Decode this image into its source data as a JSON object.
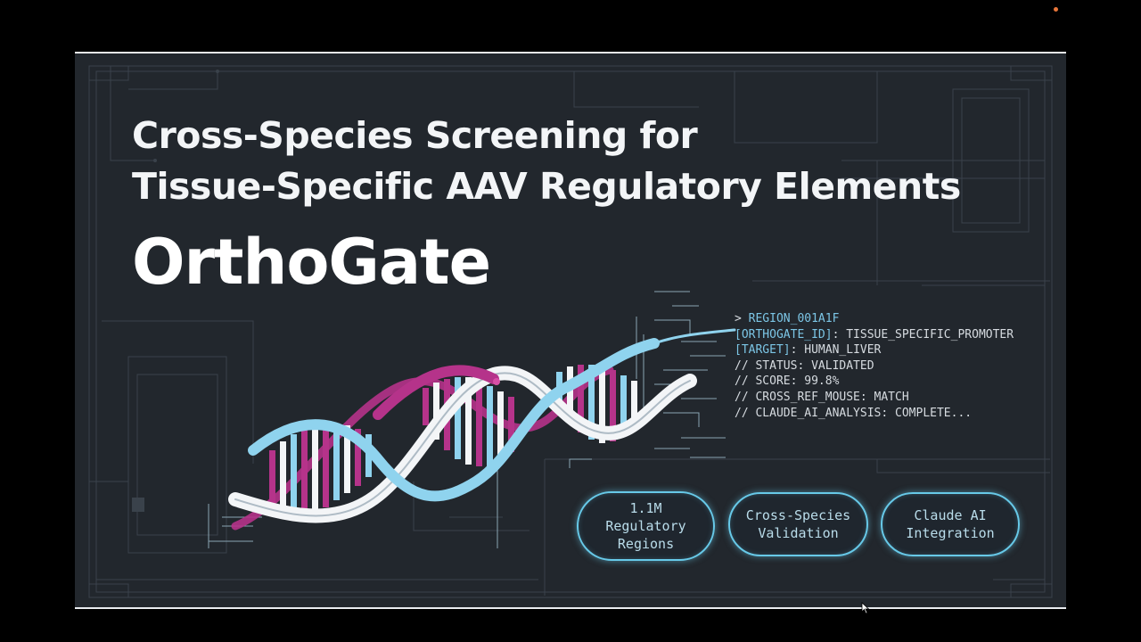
{
  "slide": {
    "title_line1": "Cross-Species Screening for",
    "title_line2": "Tissue-Specific AAV Regulatory Elements",
    "brand": "OrthoGate"
  },
  "terminal": {
    "lines": [
      {
        "prefix": "> ",
        "key": "REGION_001A1F",
        "rest": ""
      },
      {
        "prefix": "",
        "key": "[ORTHOGATE_ID]",
        "rest": ": TISSUE_SPECIFIC_PROMOTER"
      },
      {
        "prefix": "",
        "key": "[TARGET]",
        "rest": ": HUMAN_LIVER"
      },
      {
        "prefix": "",
        "key": "",
        "rest": "// STATUS: VALIDATED"
      },
      {
        "prefix": "",
        "key": "",
        "rest": "// SCORE: 99.8%"
      },
      {
        "prefix": "",
        "key": "",
        "rest": "// CROSS_REF_MOUSE: MATCH"
      },
      {
        "prefix": "",
        "key": "",
        "rest": "// CLAUDE_AI_ANALYSIS: COMPLETE..."
      }
    ]
  },
  "features": [
    {
      "label": "1.1M\nRegulatory\nRegions"
    },
    {
      "label": "Cross-Species\nValidation"
    },
    {
      "label": "Claude AI\nIntegration"
    }
  ],
  "colors": {
    "background": "#22272d",
    "accent_cyan": "#67c9e8",
    "accent_magenta": "#b5338a",
    "text": "#f3f5f7"
  },
  "icons": {
    "cursor": "mouse-pointer-icon",
    "recording": "recording-dot-icon"
  }
}
